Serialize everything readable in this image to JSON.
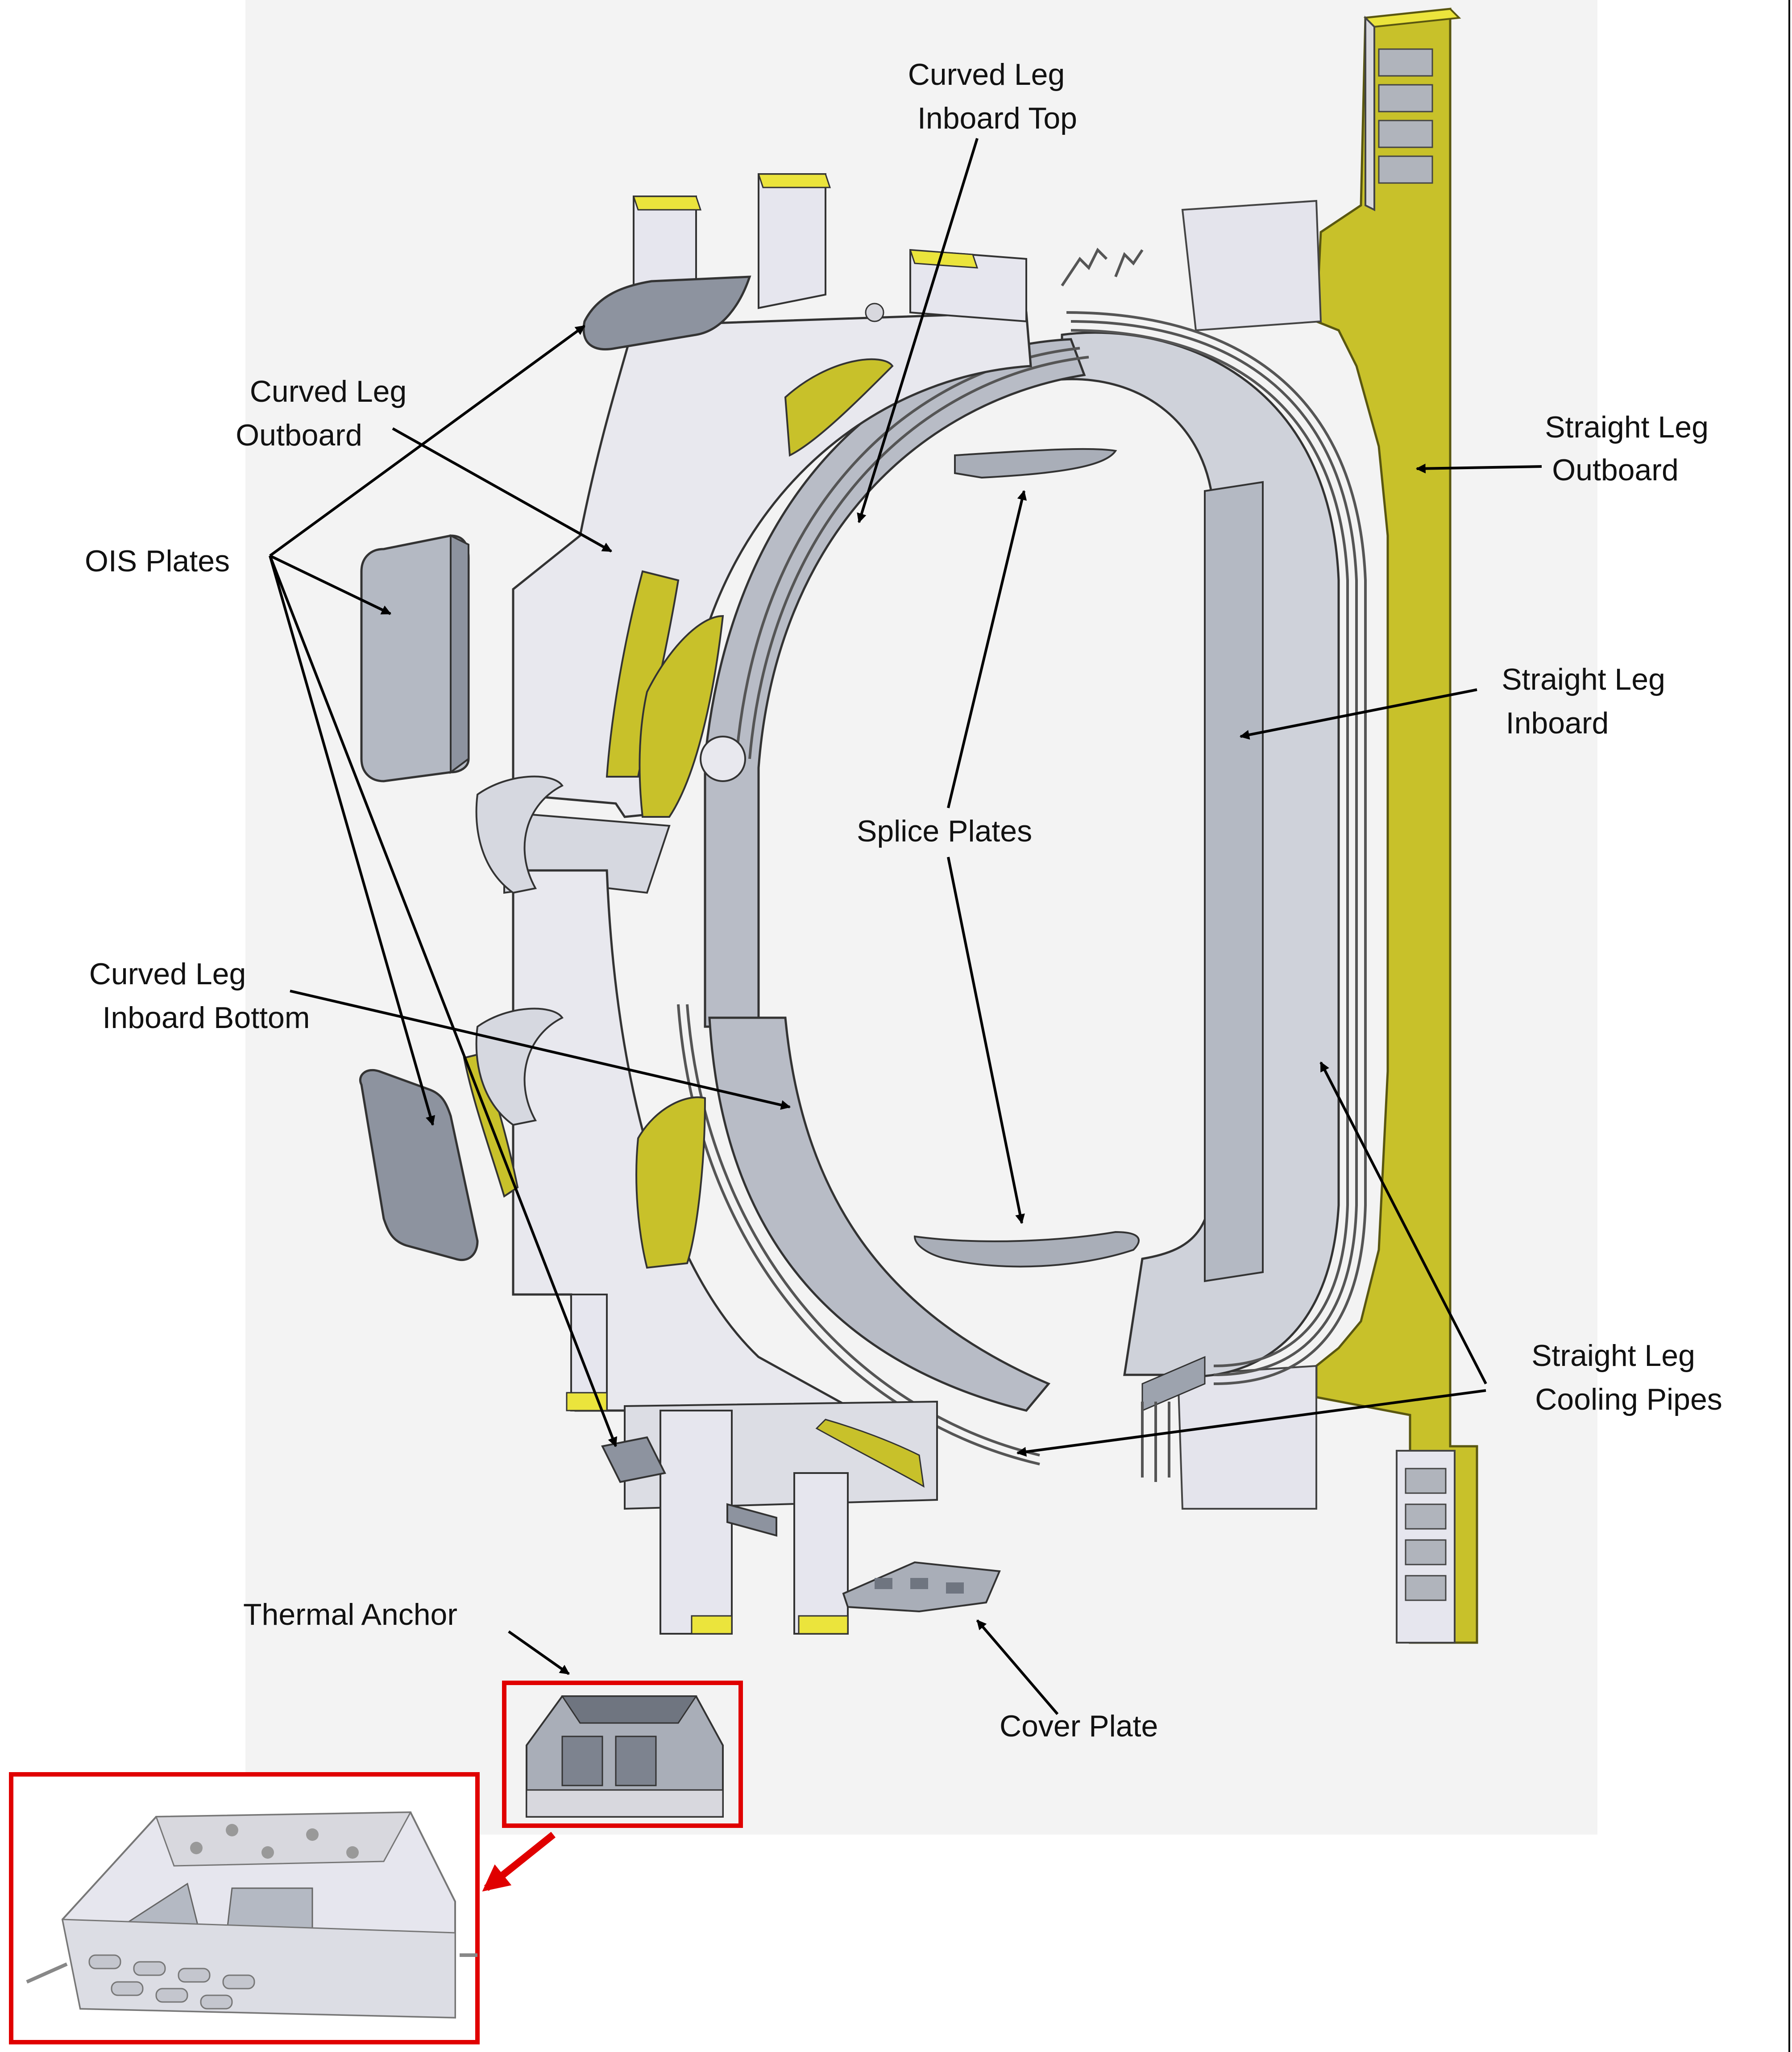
{
  "colors": {
    "background_panel": "#f2f2f2",
    "steel": "#e4e4ec",
    "steel_dark": "#a9aeb8",
    "yellow": "#c8c12a",
    "yellow_bright": "#ebe43c",
    "highlight_box": "#e00000",
    "arrow": "#000000"
  },
  "labels": {
    "curved_leg_inboard_top": [
      "Curved Leg",
      "Inboard Top"
    ],
    "curved_leg_outboard": [
      "Curved Leg",
      "Outboard"
    ],
    "ois_plates": "OIS Plates",
    "straight_leg_outboard": [
      "Straight Leg",
      "Outboard"
    ],
    "straight_leg_inboard": [
      "Straight Leg",
      "Inboard"
    ],
    "splice_plates": "Splice Plates",
    "curved_leg_inboard_bottom": [
      "Curved Leg",
      "Inboard Bottom"
    ],
    "straight_leg_cooling_pipes": [
      "Straight Leg",
      "Cooling Pipes"
    ],
    "thermal_anchor": "Thermal Anchor",
    "cover_plate": "Cover Plate"
  }
}
